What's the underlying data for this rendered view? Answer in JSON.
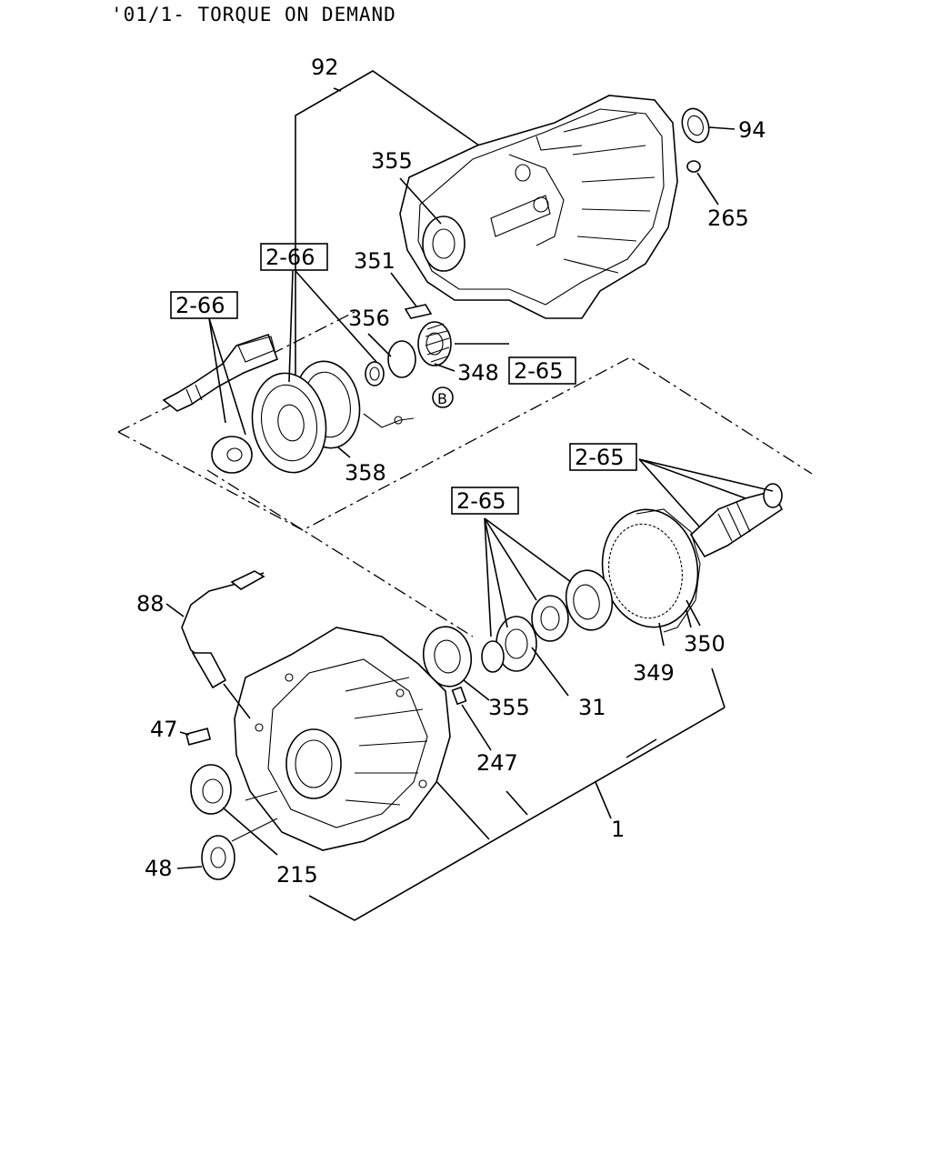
{
  "title": "'01/1- TORQUE ON DEMAND",
  "labels": {
    "p92": "92",
    "p94": "94",
    "p265": "265",
    "p355_top": "355",
    "p351": "351",
    "p356": "356",
    "p348": "348",
    "p358": "358",
    "p88": "88",
    "p47": "47",
    "p48": "48",
    "p215": "215",
    "p355_bot": "355",
    "p247": "247",
    "p31": "31",
    "p349": "349",
    "p350": "350",
    "p1": "1",
    "ref_266_a": "2-66",
    "ref_266_b": "2-66",
    "ref_265_a": "2-65",
    "ref_265_b": "2-65",
    "ref_265_c": "2-65",
    "circle_b": "B"
  }
}
